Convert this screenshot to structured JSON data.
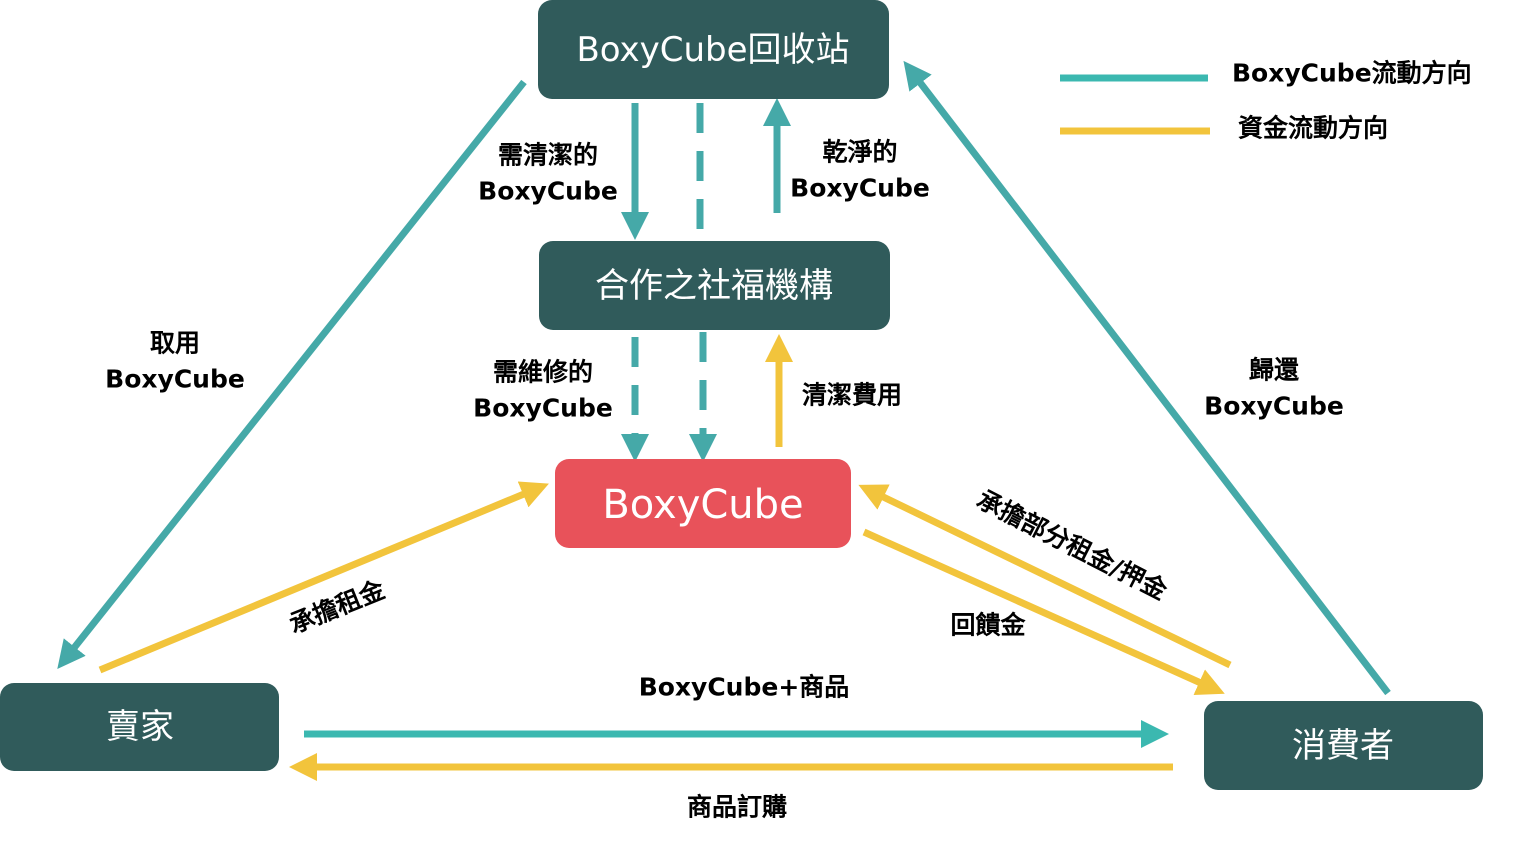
{
  "nodes": {
    "recycle_station": "BoxyCube回收站",
    "partner_welfare": "合作之社福機構",
    "boxycube": "BoxyCube",
    "seller": "賣家",
    "consumer": "消費者"
  },
  "legend": {
    "boxycube_flow": "BoxyCube流動方向",
    "money_flow": "資金流動方向"
  },
  "labels": {
    "needs_cleaning_1": "需清潔的",
    "needs_cleaning_2": "BoxyCube",
    "clean_1": "乾淨的",
    "clean_2": "BoxyCube",
    "needs_repair_1": "需維修的",
    "needs_repair_2": "BoxyCube",
    "cleaning_fee": "清潔費用",
    "take_1": "取用",
    "take_2": "BoxyCube",
    "return_1": "歸還",
    "return_2": "BoxyCube",
    "seller_rent": "承擔租金",
    "consumer_rent": "承擔部分租金/押金",
    "rebate": "回饋金",
    "goods_delivery": "BoxyCube+商品",
    "goods_order": "商品訂購"
  },
  "colors": {
    "node": "#305B5B",
    "boxycube_node": "#E8525A",
    "boxycube_flow": "#45A9A8",
    "money_flow": "#F2C43C"
  }
}
